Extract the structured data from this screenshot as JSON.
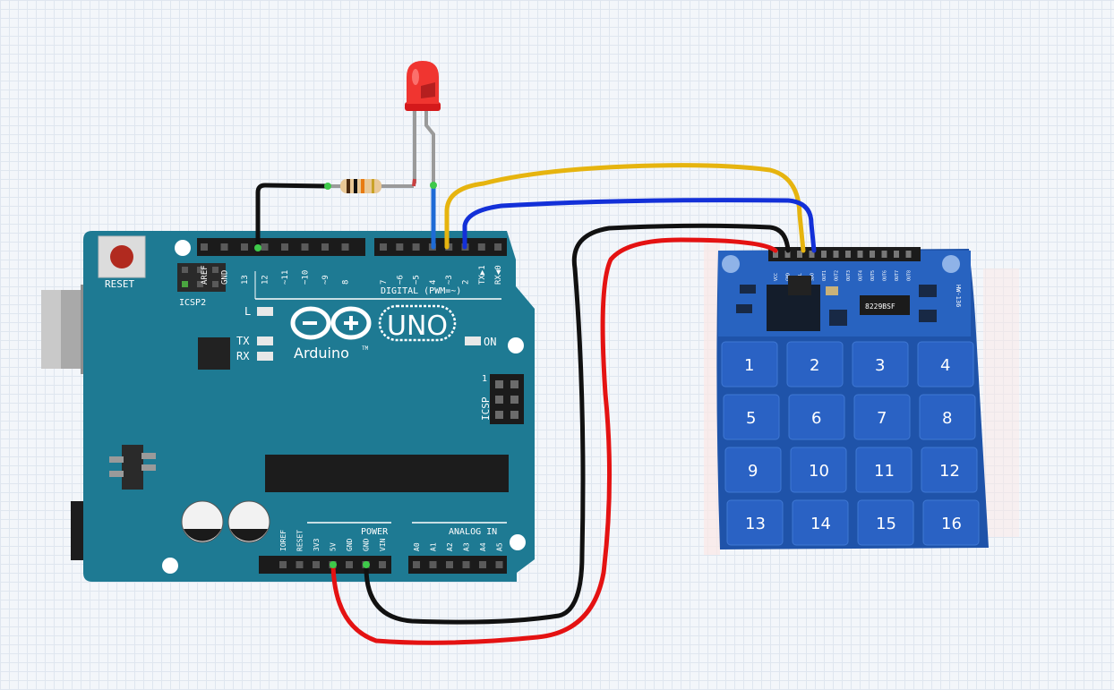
{
  "arduino": {
    "board_name": "UNO",
    "brand": "Arduino",
    "trademark": "TM",
    "reset_label": "RESET",
    "icsp2_label": "ICSP2",
    "icsp_label": "ICSP",
    "icsp_pin1_label": "1",
    "led_l_label": "L",
    "led_tx_label": "TX",
    "led_rx_label": "RX",
    "led_on_label": "ON",
    "digital_header_label": "DIGITAL (PWM=~)",
    "power_header_label": "POWER",
    "analog_header_label": "ANALOG IN",
    "digital_pins": [
      "AREF",
      "GND",
      "13",
      "12",
      "~11",
      "~10",
      "~9",
      "8",
      "7",
      "~6",
      "~5",
      "4",
      "~3",
      "2",
      "TX▶1",
      "RX◀0"
    ],
    "power_pins": [
      "IOREF",
      "RESET",
      "3V3",
      "5V",
      "GND",
      "GND",
      "VIN"
    ],
    "analog_pins": [
      "A0",
      "A1",
      "A2",
      "A3",
      "A4",
      "A5"
    ],
    "board_color": "#1e7a93"
  },
  "keypad": {
    "chip_label": "8229BSF",
    "model_label": "HW-136",
    "header_pins": [
      "VCC",
      "GND",
      "SCL",
      "SDO",
      "OUT1",
      "OUT2",
      "OUT3",
      "OUT4",
      "OUT5",
      "OUT6",
      "OUT7",
      "OUT8"
    ],
    "keys": [
      "1",
      "2",
      "3",
      "4",
      "5",
      "6",
      "7",
      "8",
      "9",
      "10",
      "11",
      "12",
      "13",
      "14",
      "15",
      "16"
    ],
    "board_color": "#1f53a9"
  },
  "wires": [
    {
      "color": "#e6b40f",
      "name": "yellow"
    },
    {
      "color": "#1330d8",
      "name": "blue"
    },
    {
      "color": "#111111",
      "name": "black"
    },
    {
      "color": "#e41212",
      "name": "red"
    }
  ]
}
